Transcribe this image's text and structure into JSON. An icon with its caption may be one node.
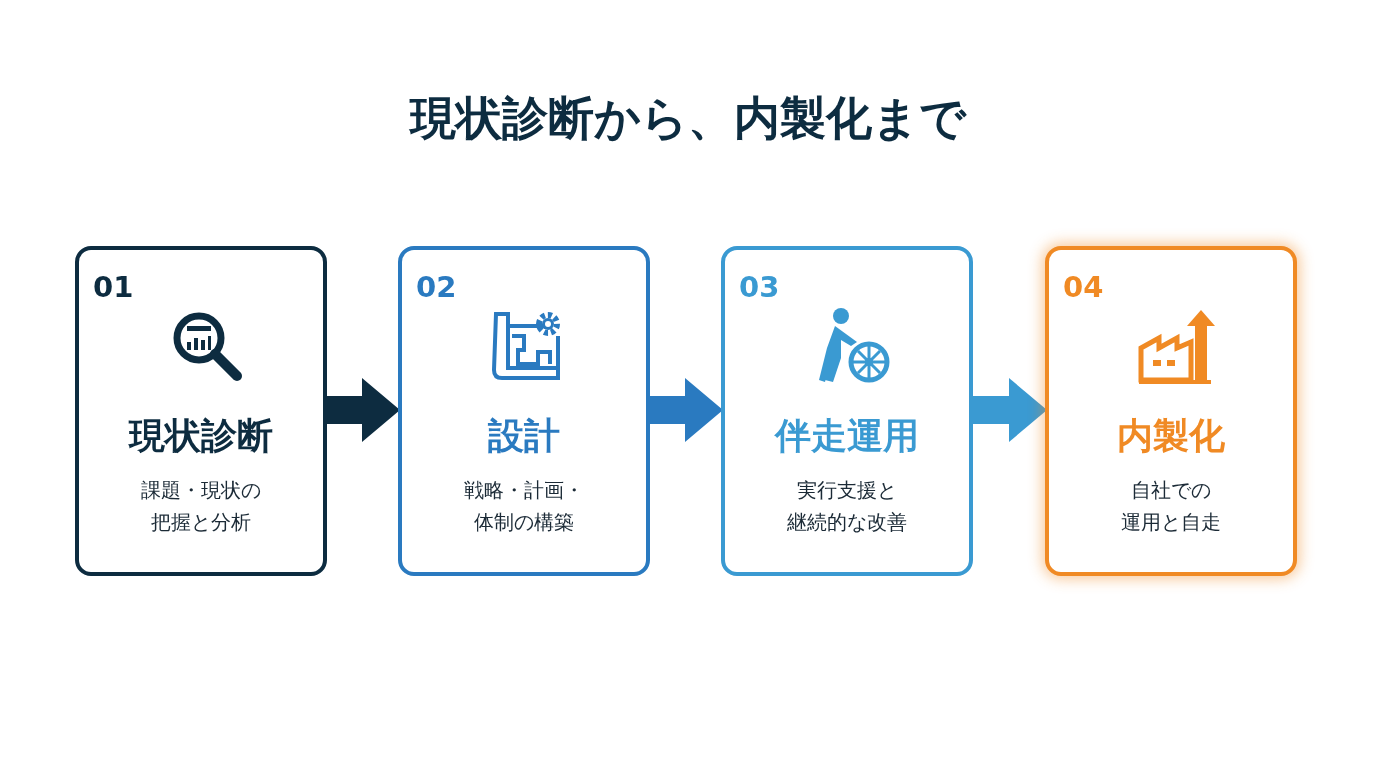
{
  "diagram": {
    "title": "現状診断から、内製化まで",
    "nodes": [
      {
        "text": [
          "01",
          "現状診断",
          "課題・現状の把握と分析"
        ]
      },
      {
        "text": [
          "02",
          "設計",
          "戦略・計画・体制の構築"
        ]
      },
      {
        "text": [
          "03",
          "伴走運用",
          "実行支援と継続的な改善"
        ]
      },
      {
        "text": [
          "04",
          "内製化",
          "自社での運用と自走"
        ]
      }
    ],
    "edges": [
      {
        "from": 0,
        "to": 1,
        "arrow": "to",
        "color": "#0d2c40"
      },
      {
        "from": 1,
        "to": 2,
        "arrow": "to",
        "color": "#2a7ac0"
      },
      {
        "from": 2,
        "to": 3,
        "arrow": "to",
        "color": "#3a9ad2"
      }
    ]
  }
}
